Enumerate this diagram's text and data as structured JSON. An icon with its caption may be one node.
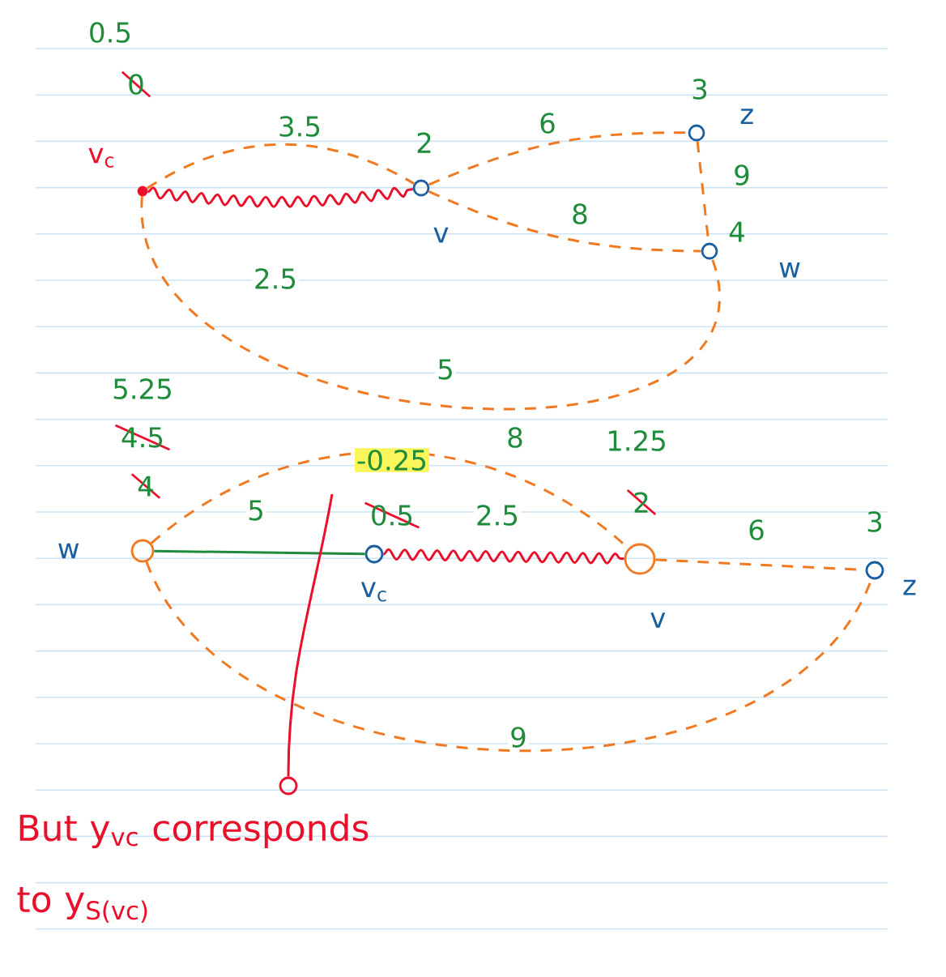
{
  "diagram": {
    "nodes": [
      {
        "text": [
          "v$_{c}$"
        ],
        "beside": [
          "0.5",
          "0"
        ]
      },
      {
        "text": [
          "v"
        ],
        "beside": [
          "2"
        ]
      },
      {
        "text": [
          "z"
        ],
        "beside": [
          "3"
        ]
      },
      {
        "text": [
          "w"
        ],
        "beside": [
          "4"
        ]
      },
      {
        "text": [
          "w"
        ],
        "beside": [
          "5.25",
          "4.5",
          "4"
        ]
      },
      {
        "text": [
          "v$_{c}$"
        ],
        "beside": [
          "-0.25",
          "0.5"
        ]
      },
      {
        "text": [
          "v"
        ],
        "beside": [
          "1.25",
          "2"
        ]
      },
      {
        "text": [
          "z"
        ],
        "beside": [
          "3"
        ]
      },
      {
        "text": [],
        "shape": "circle"
      }
    ],
    "edges": [
      {
        "from": 0,
        "to": 1,
        "arrow": "none",
        "style": "dashed",
        "label": "3.5"
      },
      {
        "from": 0,
        "to": 1,
        "arrow": "none",
        "color": "#e8102a",
        "label": "2.5"
      },
      {
        "from": 1,
        "to": 2,
        "arrow": "none",
        "style": "dashed",
        "label": "6"
      },
      {
        "from": 1,
        "to": 3,
        "arrow": "none",
        "style": "dashed",
        "label": "8"
      },
      {
        "from": 2,
        "to": 3,
        "arrow": "none",
        "style": "dashed",
        "label": "9"
      },
      {
        "from": 0,
        "to": 3,
        "arrow": "none",
        "style": "dashed",
        "label": "5"
      },
      {
        "from": 4,
        "to": 5,
        "arrow": "none",
        "color": "#1e8c3a",
        "label": "5"
      },
      {
        "from": 5,
        "to": 6,
        "arrow": "none",
        "color": "#e8102a",
        "label": "2.5"
      },
      {
        "from": 4,
        "to": 6,
        "arrow": "none",
        "style": "dashed",
        "label": "8"
      },
      {
        "from": 6,
        "to": 7,
        "arrow": "none",
        "style": "dashed",
        "label": "6"
      },
      {
        "from": 4,
        "to": 7,
        "arrow": "none",
        "style": "dashed",
        "label": "9"
      },
      {
        "from": null,
        "to": 8,
        "arrow": "none",
        "color": "#e8102a"
      }
    ],
    "labels": [
      "But y$_{vc}$ corresponds to y$_{S(vc)}$"
    ]
  }
}
